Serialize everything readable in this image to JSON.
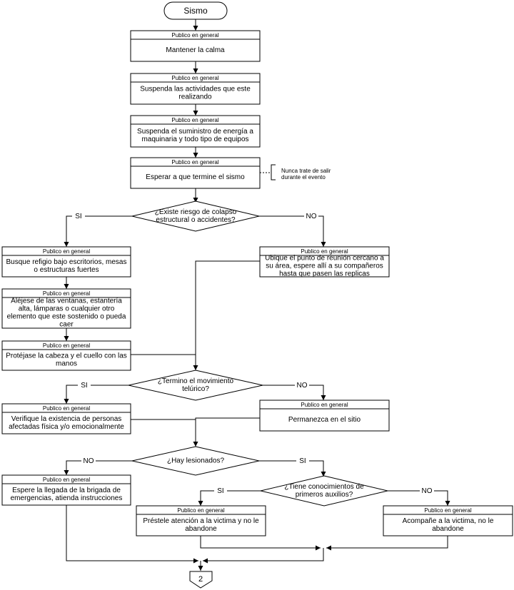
{
  "start": "Sismo",
  "end": "2",
  "boxes": [
    {
      "header": "Publico en general",
      "lines": [
        "Mantener la calma"
      ]
    },
    {
      "header": "Publico en general",
      "lines": [
        "Suspenda las actividades que este",
        "realizando"
      ]
    },
    {
      "header": "Publico en general",
      "lines": [
        "Suspenda el suministro de energía a",
        "maquinaria y todo tipo de equipos"
      ]
    },
    {
      "header": "Publico en general",
      "lines": [
        "Esperar a que termine el sismo"
      ]
    },
    {
      "header": "Publico en general",
      "lines": [
        "Busque refigio bajo escritorios, mesas",
        "o estructuras fuertes"
      ]
    },
    {
      "header": "Publico en general",
      "lines": [
        "Aléjese de las ventanas, estantería",
        "alta, lámparas o cualquier otro",
        "elemento que este sostenido o pueda",
        "caer"
      ]
    },
    {
      "header": "Publico en general",
      "lines": [
        "Protéjase la cabeza y el cuello con las",
        "manos"
      ]
    },
    {
      "header": "Publico en general",
      "lines": [
        "Ubique el punto de reunión cercano a",
        "su área, espere allí a su compañeros",
        "hasta que pasen las replicas"
      ]
    },
    {
      "header": "Publico en general",
      "lines": [
        "Verifique la existencia de personas",
        "afectadas física y/o emocionalmente"
      ]
    },
    {
      "header": "Publico en general",
      "lines": [
        "Permanezca en el sitio"
      ]
    },
    {
      "header": "Publico en general",
      "lines": [
        "Espere la llegada de la brigada de",
        "emergencias, atienda instrucciones"
      ]
    },
    {
      "header": "Publico en general",
      "lines": [
        "Préstele atención a la victima y no le",
        "abandone"
      ]
    },
    {
      "header": "Publico en general",
      "lines": [
        "Acompañe a la victima, no le",
        "abandone"
      ]
    }
  ],
  "decisions": [
    {
      "lines": [
        "¿Existe riesgo de colapso",
        "estructural o accidentes?"
      ],
      "yes": "SI",
      "no": "NO"
    },
    {
      "lines": [
        "¿Termino el movimiento",
        "telúrico?"
      ],
      "yes": "SI",
      "no": "NO"
    },
    {
      "lines": [
        "¿Hay lesionados?"
      ],
      "yes": "SI",
      "no": "NO"
    },
    {
      "lines": [
        "¿Tiene conocimientos de",
        "primeros auxilios?"
      ],
      "yes": "SI",
      "no": "NO"
    }
  ],
  "note": {
    "lines": [
      "Nunca trate de salir",
      "durante el evento"
    ]
  }
}
